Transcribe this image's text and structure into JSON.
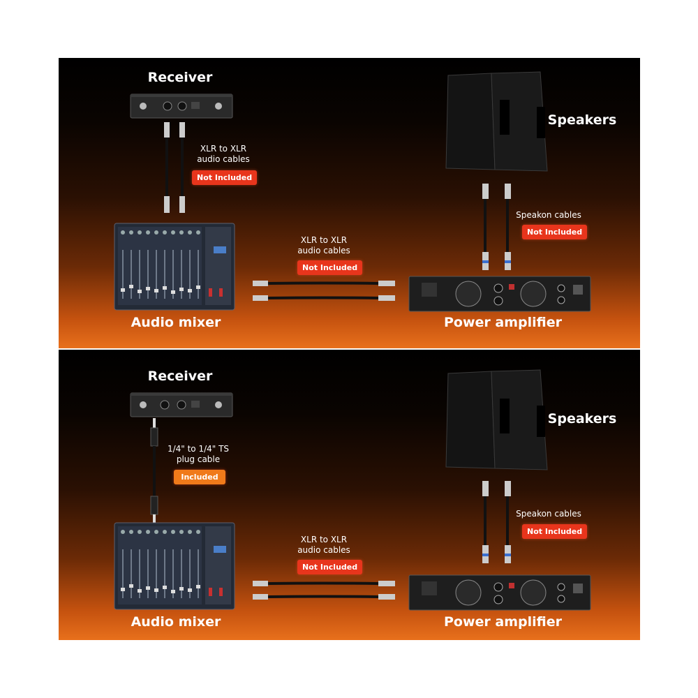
{
  "panels": [
    {
      "receiver_label": "Receiver",
      "speakers_label": "Speakers",
      "mixer_label": "Audio mixer",
      "amp_label": "Power amplifier",
      "rx_mixer_cable": {
        "line1": "XLR to XLR",
        "line2": "audio cables",
        "status": "Not Included"
      },
      "mixer_amp_cable": {
        "line1": "XLR to XLR",
        "line2": "audio cables",
        "status": "Not Included"
      },
      "speaker_cable": {
        "line1": "Speakon cables",
        "status": "Not Included"
      }
    },
    {
      "receiver_label": "Receiver",
      "speakers_label": "Speakers",
      "mixer_label": "Audio mixer",
      "amp_label": "Power amplifier",
      "rx_mixer_cable": {
        "line1": "1/4\" to 1/4\" TS",
        "line2": "plug cable",
        "status": "Included"
      },
      "mixer_amp_cable": {
        "line1": "XLR to XLR",
        "line2": "audio cables",
        "status": "Not Included"
      },
      "speaker_cable": {
        "line1": "Speakon cables",
        "status": "Not Included"
      }
    }
  ],
  "colors": {
    "not_included": "#e8351c",
    "included": "#f07a1a",
    "panel_glow": "#e8701c"
  }
}
